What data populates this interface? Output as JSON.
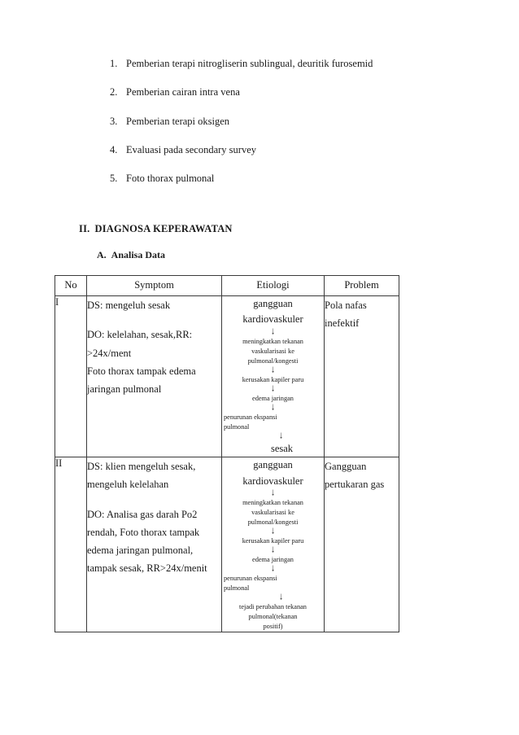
{
  "document": {
    "intervention_list": [
      {
        "num": "1.",
        "text": "Pemberian terapi nitrogliserin sublingual, deuritik furosemid"
      },
      {
        "num": "2.",
        "text": "Pemberian cairan  intra vena"
      },
      {
        "num": "3.",
        "text": "Pemberian terapi oksigen"
      },
      {
        "num": "4.",
        "text": "Evaluasi pada secondary survey"
      },
      {
        "num": "5.",
        "text": "Foto thorax pulmonal"
      }
    ],
    "section_heading": {
      "num": "II.",
      "title": "DIAGNOSA KEPERAWATAN"
    },
    "sub_heading": {
      "num": "A.",
      "title": "Analisa Data"
    },
    "table": {
      "headers": {
        "no": "No",
        "symptom": "Symptom",
        "etiologi": "Etiologi",
        "problem": "Problem"
      },
      "rows": [
        {
          "no": "I",
          "symptom": {
            "ds": "DS: mengeluh sesak",
            "do_line1": "DO: kelelahan, sesak,RR:",
            "do_line2": ">24x/ment",
            "do_line3": "Foto thorax tampak edema",
            "do_line4": "jaringan pulmonal"
          },
          "etiologi": {
            "step1": "gangguan",
            "step2": "kardiovaskuler",
            "step3": "meningkatkan tekanan",
            "step4": "vaskularisasi ke",
            "step5": "pulmonal/kongesti",
            "step6": "kerusakan kapiler paru",
            "step7": "edema jaringan",
            "step8": "penurunan ekspansi",
            "step9": "pulmonal",
            "step10": "sesak"
          },
          "problem_line1": "Pola nafas",
          "problem_line2": "inefektif"
        },
        {
          "no": "II",
          "symptom": {
            "ds_line1": "DS: klien mengeluh sesak,",
            "ds_line2": "mengeluh kelelahan",
            "do_line1": "DO: Analisa gas darah Po2",
            "do_line2": "rendah, Foto thorax tampak",
            "do_line3": "edema jaringan pulmonal,",
            "do_line4": "tampak sesak, RR>24x/menit"
          },
          "etiologi": {
            "step1": "gangguan",
            "step2": "kardiovaskuler",
            "step3": "meningkatkan tekanan",
            "step4": "vaskularisasi ke",
            "step5": "pulmonal/kongesti",
            "step6": "kerusakan kapiler paru",
            "step7": "edema jaringan",
            "step8": "penurunan ekspansi",
            "step9": "pulmonal",
            "step10": "tejadi perubahan tekanan",
            "step11": "pulmonal(tekanan",
            "step12": "positif)"
          },
          "problem_line1": "Gangguan",
          "problem_line2": "pertukaran gas"
        }
      ]
    },
    "arrow_glyph": "↓"
  }
}
